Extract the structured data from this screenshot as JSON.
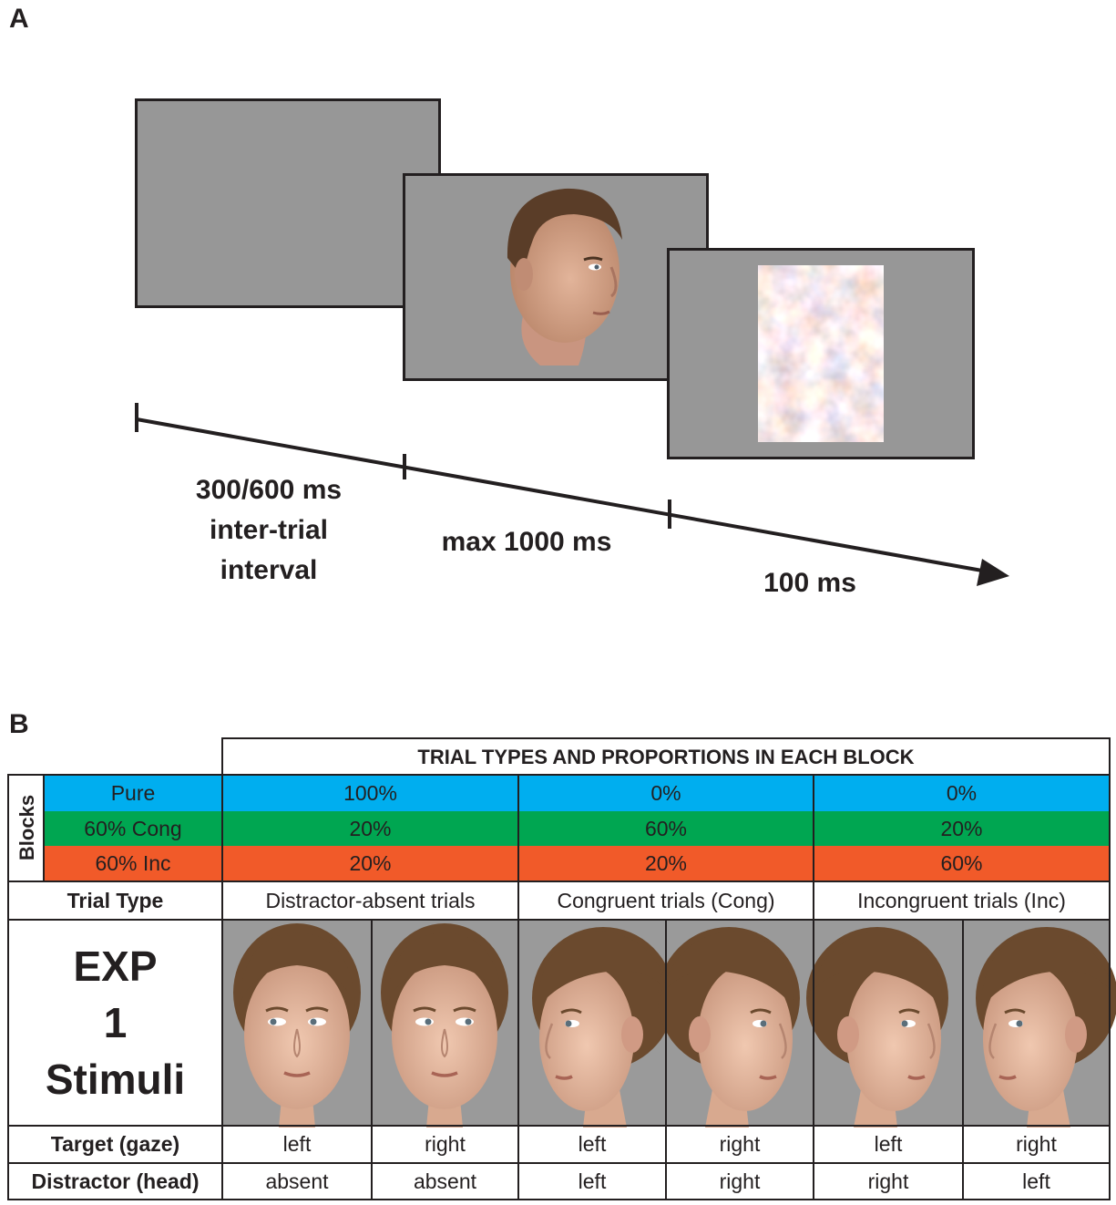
{
  "panel_a": {
    "letter": "A",
    "timeline": [
      {
        "lines": [
          "300/600 ms",
          "inter-trial",
          "interval"
        ]
      },
      {
        "lines": [
          "max 1000 ms"
        ]
      },
      {
        "lines": [
          "100 ms"
        ]
      }
    ]
  },
  "panel_b": {
    "letter": "B",
    "header": "TRIAL TYPES AND PROPORTIONS IN EACH BLOCK",
    "blocks_label": "Blocks",
    "blocks": [
      {
        "name": "Pure",
        "color": "#00aeef",
        "values": [
          "100%",
          "0%",
          "0%"
        ]
      },
      {
        "name": "60% Cong",
        "color": "#00a651",
        "values": [
          "20%",
          "60%",
          "20%"
        ]
      },
      {
        "name": "60% Inc",
        "color": "#f15a29",
        "values": [
          "20%",
          "20%",
          "60%"
        ]
      }
    ],
    "trial_type_label": "Trial Type",
    "trial_types": [
      "Distractor-absent trials",
      "Congruent trials (Cong)",
      "Incongruent trials (Inc)"
    ],
    "exp_title": [
      "EXP",
      "1",
      "Stimuli"
    ],
    "target_label": "Target (gaze)",
    "targets": [
      "left",
      "right",
      "left",
      "right",
      "left",
      "right"
    ],
    "distractor_label": "Distractor (head)",
    "distractors": [
      "absent",
      "absent",
      "left",
      "right",
      "right",
      "left"
    ]
  }
}
